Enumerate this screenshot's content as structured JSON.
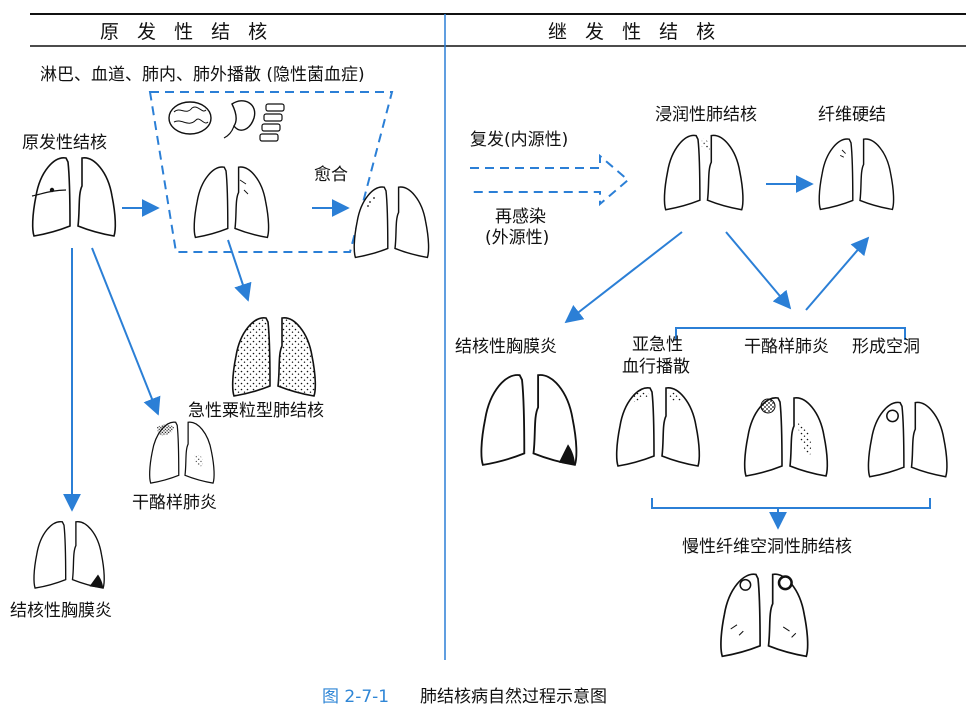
{
  "header": {
    "primary_title": "原 发 性 结 核",
    "secondary_title": "继 发 性 结 核"
  },
  "primary": {
    "spread_label": "淋巴、血道、肺内、肺外播散 (隐性菌血症)",
    "primary_tb": "原发性结核",
    "healing": "愈合",
    "miliary": "急性粟粒型肺结核",
    "caseous": "干酪样肺炎",
    "pleurisy": "结核性胸膜炎"
  },
  "secondary": {
    "relapse": "复发(内源性)",
    "reinfection_1": "再感染",
    "reinfection_2": "(外源性)",
    "infiltrative": "浸润性肺结核",
    "fibrosis": "纤维硬结",
    "pleurisy": "结核性胸膜炎",
    "subacute_1": "亚急性",
    "subacute_2": "血行播散",
    "caseous": "干酪样肺炎",
    "cavity": "形成空洞",
    "chronic": "慢性纤维空洞性肺结核"
  },
  "caption": {
    "number": "图 2-7-1",
    "text": "肺结核病自然过程示意图"
  },
  "colors": {
    "arrow_blue": "#2b7fd6",
    "caption_blue": "#2f86d6"
  }
}
